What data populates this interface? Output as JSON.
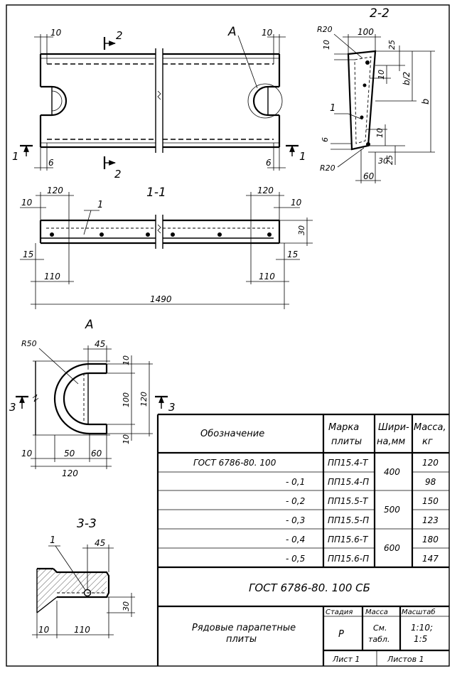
{
  "drawing": {
    "plan_view": {
      "dims": {
        "left_top": "10",
        "right_top": "10",
        "left_bottom": "6",
        "right_bottom": "6"
      },
      "callout_detail": "A",
      "section_cut_2": "2",
      "section_cut_1": "1"
    },
    "section_2_2": {
      "title": "2-2",
      "dims": {
        "radius_top": "R20",
        "radius_bottom": "R20",
        "width": "100",
        "top_left": "10",
        "top_right": "25",
        "mid": "10",
        "half_height": "b/2",
        "height": "b",
        "lower_mid": "10",
        "bottom_left": "6",
        "bottom_30": "30",
        "bottom_25": "25",
        "bottom_60": "60"
      },
      "leader_1": "1"
    },
    "section_1_1": {
      "title": "1-1",
      "dims": {
        "left_120": "120",
        "right_120": "120",
        "left_10": "10",
        "right_10": "10",
        "thickness_30": "30",
        "left_15": "15",
        "right_15": "15",
        "left_110": "110",
        "right_110": "110",
        "length": "1490"
      },
      "leader_1": "1"
    },
    "detail_a": {
      "title": "A",
      "dims": {
        "radius": "R50",
        "top_45": "45",
        "right_10_top": "10",
        "right_100": "100",
        "right_120": "120",
        "right_10_bottom": "10",
        "bottom_10": "10",
        "bottom_50": "50",
        "bottom_60": "60",
        "bottom_120": "120"
      },
      "cut_label": "3"
    },
    "section_3_3": {
      "title": "3-3",
      "leader_1": "1",
      "dims": {
        "top_45": "45",
        "right_30": "30",
        "bottom_10": "10",
        "bottom_110": "110"
      }
    }
  },
  "spec_table": {
    "headers": {
      "designation": "Обозначение",
      "mark": "Марка плиты",
      "width": "Шири- на, мм",
      "mass": "Масса, кг"
    },
    "rows": [
      {
        "designation": "ГОСТ 6786-80. 100",
        "mark": "ПП15.4-Т",
        "mass": "120"
      },
      {
        "designation": "- 0,1",
        "mark": "ПП15.4-П",
        "mass": "98"
      },
      {
        "designation": "- 0,2",
        "mark": "ПП15.5-Т",
        "mass": "150"
      },
      {
        "designation": "- 0,3",
        "mark": "ПП15.5-П",
        "mass": "123"
      },
      {
        "designation": "- 0,4",
        "mark": "ПП15.6-Т",
        "mass": "180"
      },
      {
        "designation": "- 0,5",
        "mark": "ПП15.6-П",
        "mass": "147"
      }
    ],
    "widths": [
      "400",
      "500",
      "600"
    ]
  },
  "title_block": {
    "doc_code": "ГОСТ 6786-80. 100 СБ",
    "name_line1": "Рядовые парапетные",
    "name_line2": "плиты",
    "stage_label": "Стадия",
    "mass_label": "Масса",
    "scale_label": "Масштаб",
    "stage_value": "Р",
    "mass_value_line1": "См.",
    "mass_value_line2": "табл.",
    "scale_line1": "1:10;",
    "scale_line2": "1:5",
    "sheet_label": "Лист 1",
    "sheets_label": "Листов 1"
  }
}
